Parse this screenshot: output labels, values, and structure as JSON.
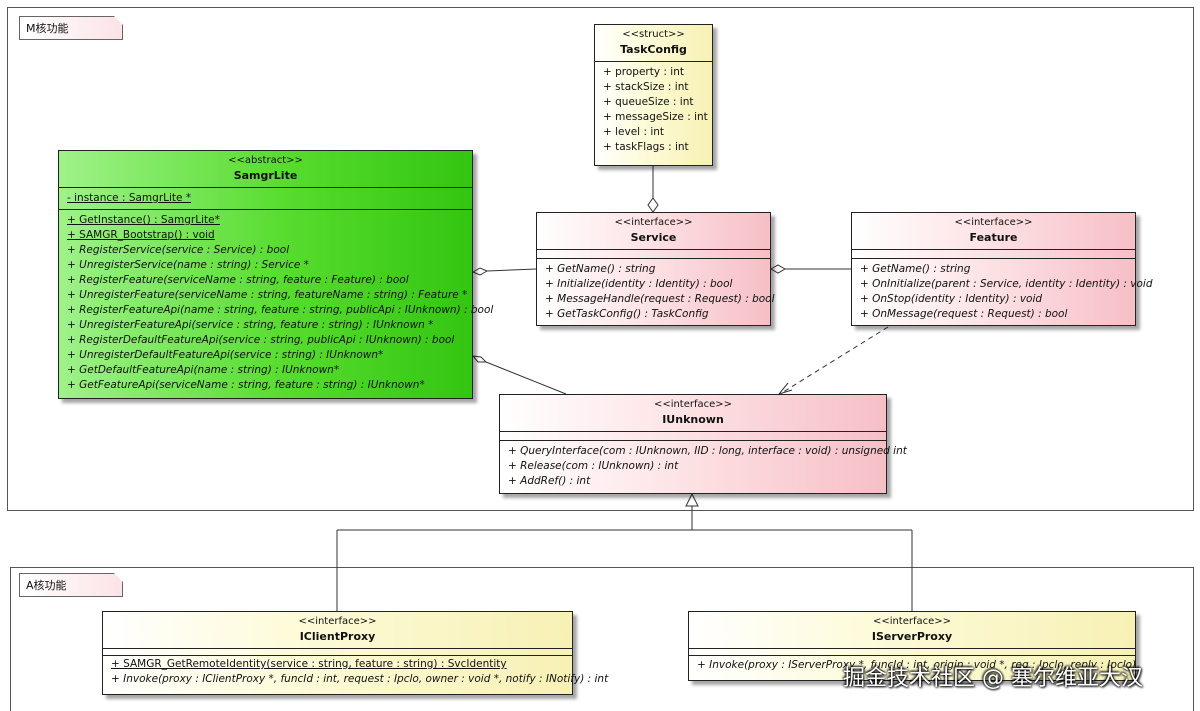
{
  "packages": {
    "m_core": "M核功能",
    "a_core": "A核功能"
  },
  "classes": {
    "taskconfig": {
      "stereotype": "<<struct>>",
      "name": "TaskConfig",
      "attributes": [
        "+ property : int",
        "+ stackSize : int",
        "+ queueSize : int",
        "+ messageSize : int",
        "+ level : int",
        "+ taskFlags : int"
      ]
    },
    "samgrlite": {
      "stereotype": "<<abstract>>",
      "name": "SamgrLite",
      "attributes": [
        "- instance : SamgrLite *"
      ],
      "static_ops": [
        "+ GetInstance() : SamgrLite*",
        "+ SAMGR_Bootstrap() : void"
      ],
      "operations": [
        "+ RegisterService(service : Service) : bool",
        "+ UnregisterService(name : string) : Service *",
        "+ RegisterFeature(serviceName : string, feature : Feature) : bool",
        "+ UnregisterFeature(serviceName : string, featureName : string) : Feature *",
        "+ RegisterFeatureApi(name : string, feature : string, publicApi : IUnknown) : bool",
        "+ UnregisterFeatureApi(service : string, feature : string) : IUnknown *",
        "+ RegisterDefaultFeatureApi(service : string, publicApi : IUnknown) : bool",
        "+ UnregisterDefaultFeatureApi(service : string) : IUnknown*",
        "+ GetDefaultFeatureApi(name : string) : IUnknown*",
        "+ GetFeatureApi(serviceName : string, feature : string) : IUnknown*"
      ]
    },
    "service": {
      "stereotype": "<<interface>>",
      "name": "Service",
      "operations": [
        "+ GetName() : string",
        "+ Initialize(identity : Identity) : bool",
        "+ MessageHandle(request : Request) : bool",
        "+ GetTaskConfig() : TaskConfig"
      ]
    },
    "feature": {
      "stereotype": "<<interface>>",
      "name": "Feature",
      "operations": [
        "+ GetName() : string",
        "+ OnInitialize(parent : Service, identity : Identity) : void",
        "+ OnStop(identity : Identity) : void",
        "+ OnMessage(request : Request) : bool"
      ]
    },
    "iunknown": {
      "stereotype": "<<interface>>",
      "name": "IUnknown",
      "operations": [
        "+ QueryInterface(com : IUnknown, IID : long, interface : void) : unsigned int",
        "+ Release(com : IUnknown) : int",
        "+ AddRef() : int"
      ]
    },
    "iclientproxy": {
      "stereotype": "<<interface>>",
      "name": "IClientProxy",
      "static_ops": [
        "+ SAMGR_GetRemoteIdentity(service : string, feature : string) : SvcIdentity"
      ],
      "operations": [
        "+ Invoke(proxy : IClientProxy *, funcId : int, request : Ipclo, owner : void *, notify : INotify) : int"
      ]
    },
    "iserverproxy": {
      "stereotype": "<<interface>>",
      "name": "IServerProxy",
      "operations": [
        "+ Invoke(proxy : IServerProxy *, funcId : int, origin : void *, req : Ipclo, reply : Ipclo) : int"
      ]
    }
  },
  "watermark": "掘金技术社区 @ 塞尔维亚大汉"
}
